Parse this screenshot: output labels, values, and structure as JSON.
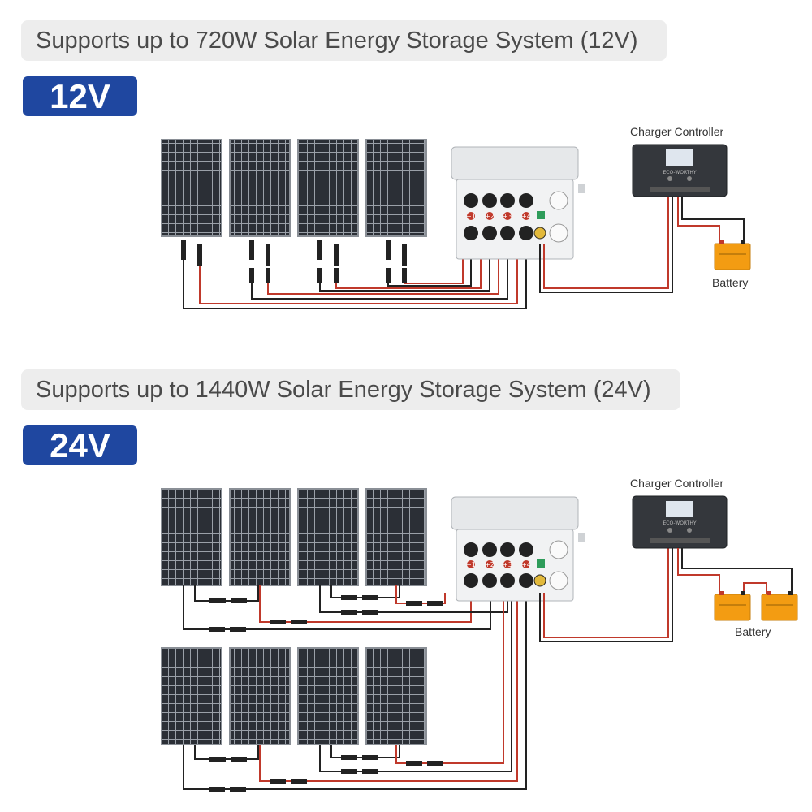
{
  "sections": [
    {
      "title": "Supports up to 720W Solar Energy Storage System (12V)",
      "voltage_badge": "12V",
      "controller_label": "Charger Controller",
      "controller_brand": "ECO-WORTHY",
      "battery_label": "Battery"
    },
    {
      "title": "Supports up to 1440W Solar Energy Storage System (24V)",
      "voltage_badge": "24V",
      "controller_label": "Charger Controller",
      "controller_brand": "ECO-WORTHY",
      "battery_label": "Battery"
    }
  ],
  "combiner_port_labels": [
    "+1",
    "+2",
    "+3",
    "+4"
  ],
  "colors": {
    "title_bar_bg": "#ededed",
    "badge_bg": "#1f47a0",
    "positive_wire": "#c0392b",
    "negative_wire": "#222222",
    "panel_cell": "#2b2f36",
    "battery": "#f39c12"
  }
}
